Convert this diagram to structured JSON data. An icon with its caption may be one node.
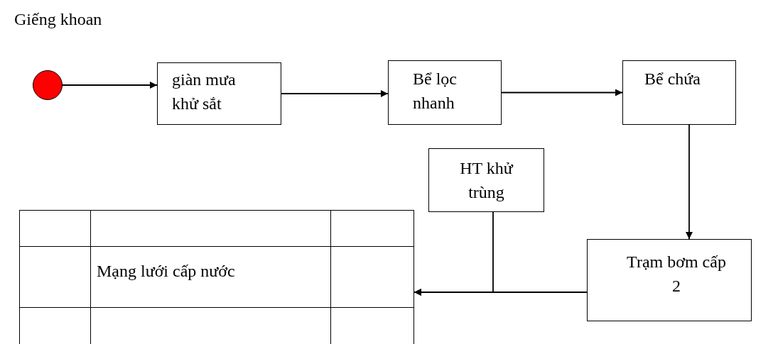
{
  "diagram": {
    "nodes": [
      {
        "text": [],
        "shape": "circle",
        "beside": [
          "Giếng khoan"
        ]
      },
      {
        "text": [
          "giàn mưa khử sắt"
        ]
      },
      {
        "text": [
          "Bể lọc nhanh"
        ]
      },
      {
        "text": [
          "Bể chứa"
        ]
      },
      {
        "text": [
          "HT khử trùng"
        ]
      },
      {
        "text": [
          "Trạm bơm cấp 2"
        ]
      },
      {
        "text": [
          "Mạng lưới cấp nước"
        ]
      }
    ],
    "edges": [
      {
        "from": 0,
        "to": 1,
        "arrow": "to"
      },
      {
        "from": 1,
        "to": 2,
        "arrow": "to"
      },
      {
        "from": 2,
        "to": 3,
        "arrow": "to"
      },
      {
        "from": 3,
        "to": 5,
        "arrow": "to"
      },
      {
        "from": 5,
        "to": 6,
        "arrow": "to"
      },
      {
        "from": 4,
        "to": 6,
        "arrow": "to"
      }
    ]
  }
}
